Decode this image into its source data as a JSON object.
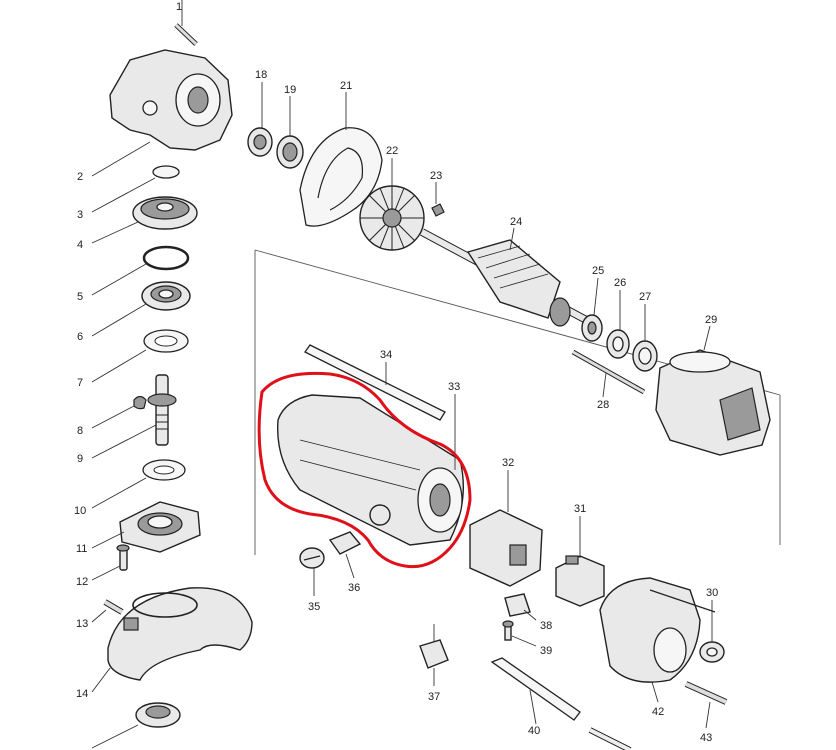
{
  "callouts": [
    "1",
    "2",
    "3",
    "4",
    "5",
    "6",
    "7",
    "8",
    "9",
    "10",
    "11",
    "12",
    "13",
    "14",
    "18",
    "19",
    "21",
    "22",
    "23",
    "24",
    "25",
    "26",
    "27",
    "28",
    "29",
    "30",
    "31",
    "32",
    "33",
    "34",
    "35",
    "36",
    "37",
    "38",
    "39",
    "40",
    "42",
    "43"
  ],
  "colors": {
    "highlight": "#e0101a",
    "ink": "#222222",
    "part_fill": "#e9e9e9"
  }
}
